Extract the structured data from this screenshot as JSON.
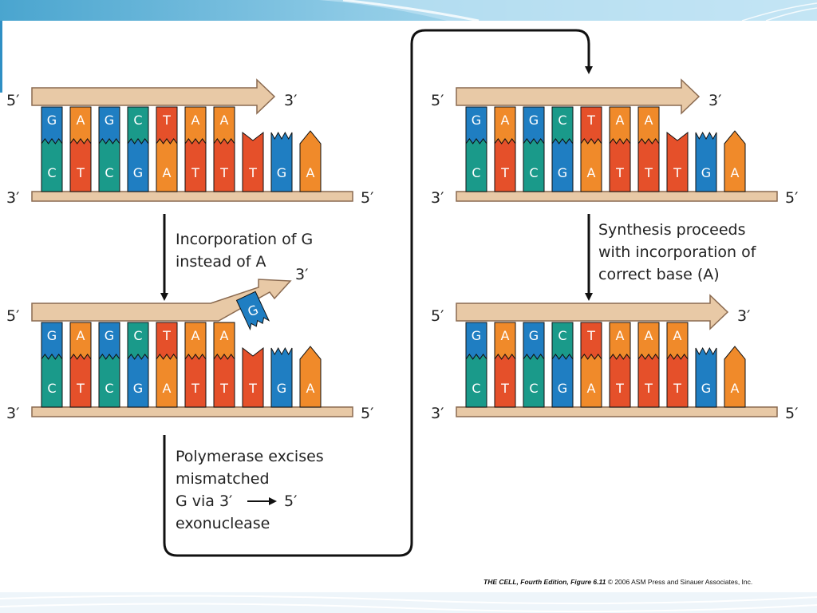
{
  "colors": {
    "G": "#1f7ec2",
    "A": "#f08a2a",
    "C": "#1a9a8a",
    "T": "#e5502a",
    "backbone": "#e8c9a6",
    "backbone_edge": "#8a6a50",
    "arrow_line": "#111111"
  },
  "panels": [
    {
      "id": "p1",
      "top_bases": [
        "G",
        "A",
        "G",
        "C",
        "T",
        "A",
        "A"
      ],
      "bottom_bases": [
        "C",
        "T",
        "C",
        "G",
        "A",
        "T",
        "T",
        "T",
        "G",
        "A"
      ],
      "label_5_top": "5′",
      "label_3_top": "3′",
      "label_3_bottom": "3′",
      "label_5_bottom": "5′"
    },
    {
      "id": "p2",
      "top_bases": [
        "G",
        "A",
        "G",
        "C",
        "T",
        "A",
        "A"
      ],
      "mismatch_base": "G",
      "bottom_bases": [
        "C",
        "T",
        "C",
        "G",
        "A",
        "T",
        "T",
        "T",
        "G",
        "A"
      ],
      "label_5_top": "5′",
      "label_3_top": "3′",
      "label_3_bottom": "3′",
      "label_5_bottom": "5′"
    },
    {
      "id": "p3",
      "top_bases": [
        "G",
        "A",
        "G",
        "C",
        "T",
        "A",
        "A"
      ],
      "bottom_bases": [
        "C",
        "T",
        "C",
        "G",
        "A",
        "T",
        "T",
        "T",
        "G",
        "A"
      ],
      "label_5_top": "5′",
      "label_3_top": "3′",
      "label_3_bottom": "3′",
      "label_5_bottom": "5′"
    },
    {
      "id": "p4",
      "top_bases": [
        "G",
        "A",
        "G",
        "C",
        "T",
        "A",
        "A",
        "A"
      ],
      "bottom_bases": [
        "C",
        "T",
        "C",
        "G",
        "A",
        "T",
        "T",
        "T",
        "G",
        "A"
      ],
      "label_5_top": "5′",
      "label_3_top": "3′",
      "label_3_bottom": "3′",
      "label_5_bottom": "5′"
    }
  ],
  "captions": {
    "step1": [
      "Incorporation of G",
      "instead of A"
    ],
    "step2": [
      "Polymerase excises",
      "mismatched",
      "G via 3′",
      "5′",
      "exonuclease"
    ],
    "step3": [
      "Synthesis proceeds",
      "with incorporation of",
      "correct base (A)"
    ]
  },
  "credit": {
    "title": "THE CELL, Fourth Edition, Figure 6.11",
    "rest": "© 2006 ASM Press and Sinauer Associates, Inc."
  }
}
